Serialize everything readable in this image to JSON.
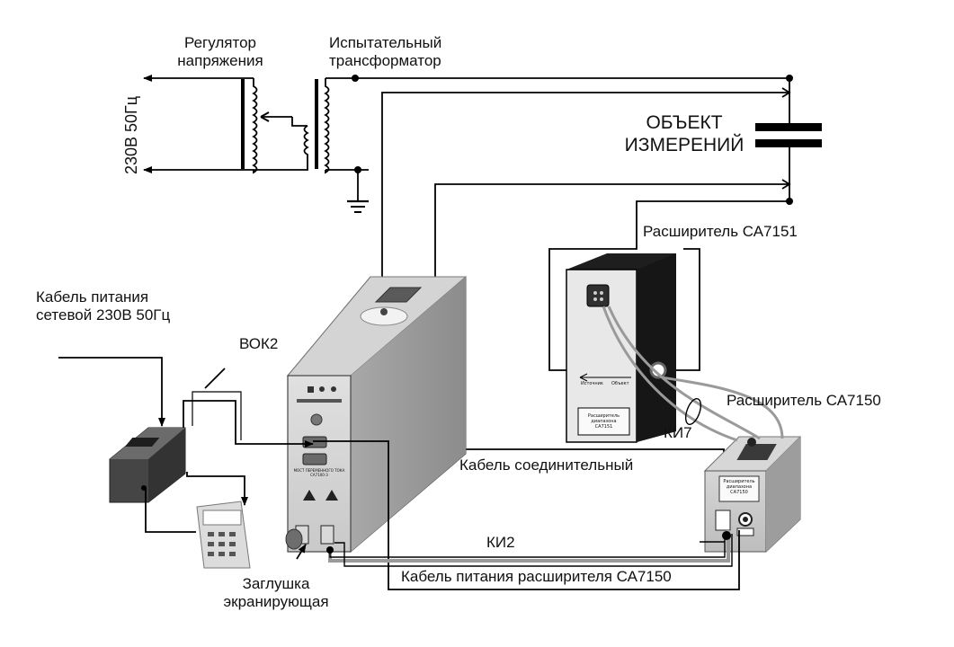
{
  "labels": {
    "voltage_regulator": "Регулятор\nнапряжения",
    "test_transformer": "Испытательный\nтрансформатор",
    "mains": "230В 50Гц",
    "object": "ОБЪЕКТ\nИЗМЕРЕНИЙ",
    "extender_7151": "Расширитель СА7151",
    "power_cable": "Кабель питания\nсетевой 230В 50Гц",
    "fiber": "ВОК2",
    "extender_7150": "Расширитель СА7150",
    "ki7": "КИ7",
    "connecting_cable": "Кабель соединительный",
    "ki2": "КИ2",
    "extender_power_cable": "Кабель питания расширителя СА7150",
    "shield_plug": "Заглушка\nэкранирующая"
  },
  "device_text": {
    "box7151_plate": "Расширитель диапазона\nСА7151",
    "box7151_source": "Источник",
    "box7151_object": "Объект",
    "box7150_plate": "Расширитель\nдиапазона\nСА7150",
    "bridge_name": "МОСТ ПЕРЕМЕННОГО ТОКА\nСА7100-3"
  },
  "colors": {
    "line": "#000000",
    "device_dark": "#3c3c3c",
    "device_light": "#b8b8b8",
    "cable_gray": "#9a9a9a"
  }
}
